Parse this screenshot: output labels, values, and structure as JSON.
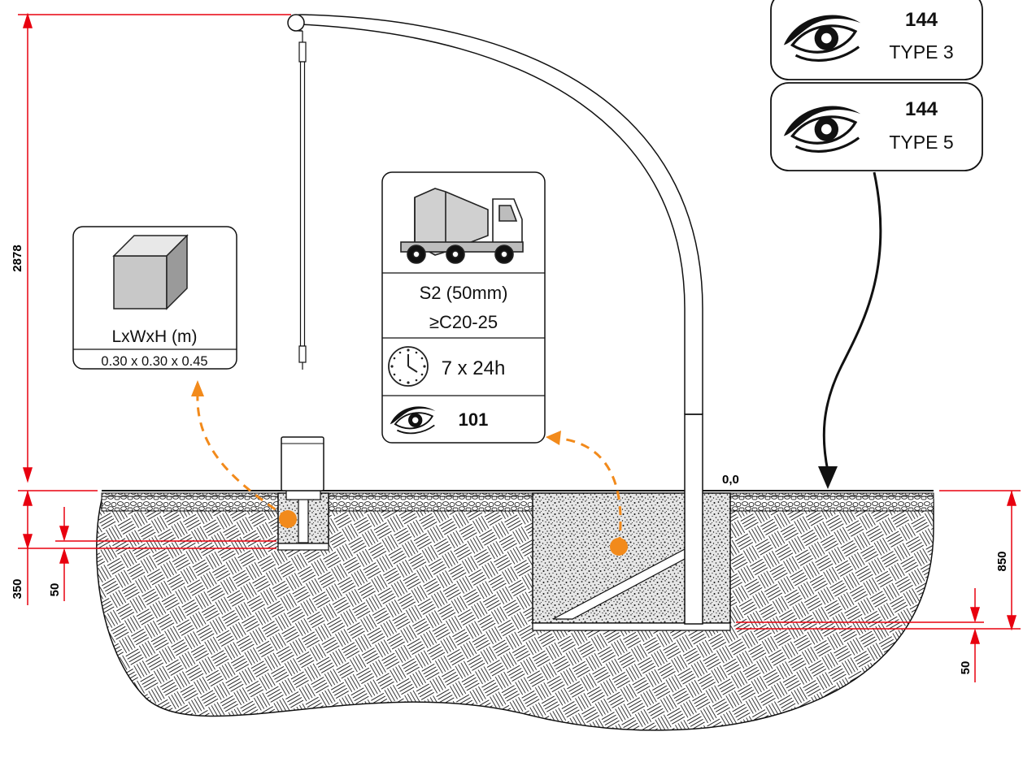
{
  "dimensions": {
    "total_height": "2878",
    "base_depth": "350",
    "base_gravel": "50",
    "foundation_depth": "850",
    "foundation_gravel": "50",
    "origin": "0,0"
  },
  "base_box": {
    "label": "LxWxH (m)",
    "value": "0.30 x 0.30 x 0.45"
  },
  "concrete_box": {
    "consistency": "S2 (50mm)",
    "strength": "≥C20-25",
    "curing": "7 x 24h",
    "reference": "101"
  },
  "references": [
    {
      "number": "144",
      "type": "TYPE 3"
    },
    {
      "number": "144",
      "type": "TYPE 5"
    }
  ],
  "colors": {
    "dimension": "#e8000f",
    "arrow": "#f28a1b",
    "line": "#111111",
    "concrete_fill": "#d9d9d9"
  }
}
